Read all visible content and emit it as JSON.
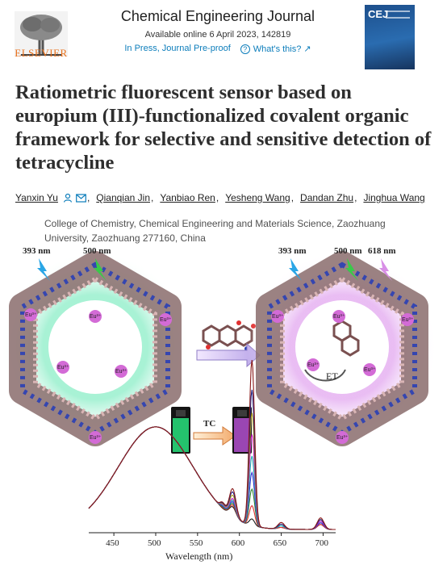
{
  "publisher": {
    "name": "ELSEVIER",
    "icon": "tree-logo"
  },
  "journal": {
    "title": "Chemical Engineering Journal",
    "available": "Available online 6 April 2023, 142819",
    "status": "In Press, Journal Pre-proof",
    "whats_this": "What's this? ↗",
    "cover_abbr": "CEJ"
  },
  "article": {
    "title": "Ratiometric fluorescent sensor based on europium (III)-functionalized covalent organic framework for selective and sensitive detection of tetracycline"
  },
  "authors": [
    {
      "name": "Yanxin Yu"
    },
    {
      "name": "Qianqian Jin"
    },
    {
      "name": "Yanbiao Ren"
    },
    {
      "name": "Yesheng Wang"
    },
    {
      "name": "Dandan Zhu"
    },
    {
      "name": "Jinghua Wang"
    }
  ],
  "affiliation": "College of Chemistry, Chemical Engineering and Materials Science, Zaozhuang University, Zaozhuang 277160, China",
  "graphic": {
    "left_wavelengths": [
      "393 nm",
      "500 nm"
    ],
    "right_wavelengths": [
      "393 nm",
      "500 nm",
      "618 nm"
    ],
    "eu_label": "Eu³⁺",
    "et_label": "ET",
    "tc_label": "TC",
    "colors": {
      "glow_left": "#9ef0d0",
      "glow_right": "#e7b6f2",
      "vial_before": "#27e07c",
      "vial_after": "#b24fcf"
    }
  },
  "chart_data": {
    "type": "line",
    "title": "",
    "xlabel": "Wavelength (nm)",
    "ylabel": "",
    "xlim": [
      420,
      715
    ],
    "xticks": [
      450,
      500,
      550,
      600,
      650,
      700
    ],
    "series_count": 9,
    "series_colors": [
      "#1a1a1a",
      "#e03030",
      "#2e8b2e",
      "#2c2cd0",
      "#1ab0b0",
      "#d020d0",
      "#b0a020",
      "#202080",
      "#8b1a1a"
    ],
    "broad_band": {
      "center": 500,
      "relative_height": 0.62
    },
    "peaks": [
      {
        "x": 592,
        "heights": [
          0.06,
          0.07,
          0.08,
          0.09,
          0.1,
          0.11,
          0.13,
          0.15,
          0.17
        ]
      },
      {
        "x": 615,
        "heights": [
          0.04,
          0.12,
          0.22,
          0.32,
          0.42,
          0.55,
          0.68,
          0.82,
          1.0
        ]
      },
      {
        "x": 650,
        "heights": [
          0.01,
          0.01,
          0.02,
          0.02,
          0.02,
          0.03,
          0.03,
          0.03,
          0.04
        ]
      },
      {
        "x": 697,
        "heights": [
          0.03,
          0.03,
          0.04,
          0.04,
          0.05,
          0.05,
          0.06,
          0.06,
          0.07
        ]
      }
    ]
  }
}
